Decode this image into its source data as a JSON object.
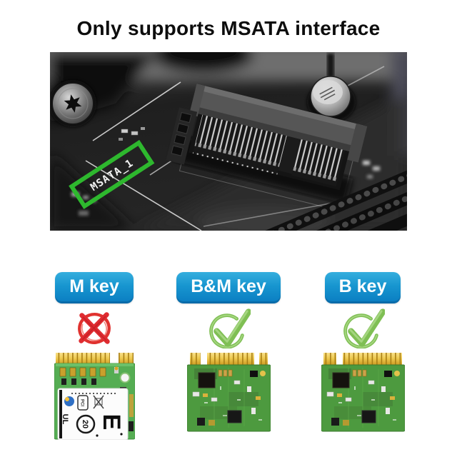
{
  "title": "Only supports MSATA interface",
  "photo": {
    "slot_label": "MSATA_1",
    "highlight_color": "#2eb82e"
  },
  "columns": [
    {
      "id": "m-key",
      "badge_label": "M key",
      "compatible": false,
      "icon": "x-icon",
      "card": "m2-m-key-ssd"
    },
    {
      "id": "bm-key",
      "badge_label": "B&M key",
      "compatible": true,
      "icon": "check-icon",
      "card": "m2-bm-key-ssd"
    },
    {
      "id": "b-key",
      "badge_label": "B key",
      "compatible": true,
      "icon": "check-icon",
      "card": "m2-b-key-ssd"
    }
  ],
  "card1_label_marks": {
    "pci": "PCI",
    "ul": "UL",
    "recycle": "20",
    "e_mark": "E"
  },
  "colors": {
    "badge_top": "#35aede",
    "badge_bottom": "#0a7cc1",
    "check_green": "#7fbf54",
    "cross_red": "#e0322f",
    "highlight_green": "#2eb82e",
    "pcb_green_labeled": "#55ad53",
    "pcb_green_bare": "#4d9a3f",
    "gold_fingers": "#edc84e"
  }
}
